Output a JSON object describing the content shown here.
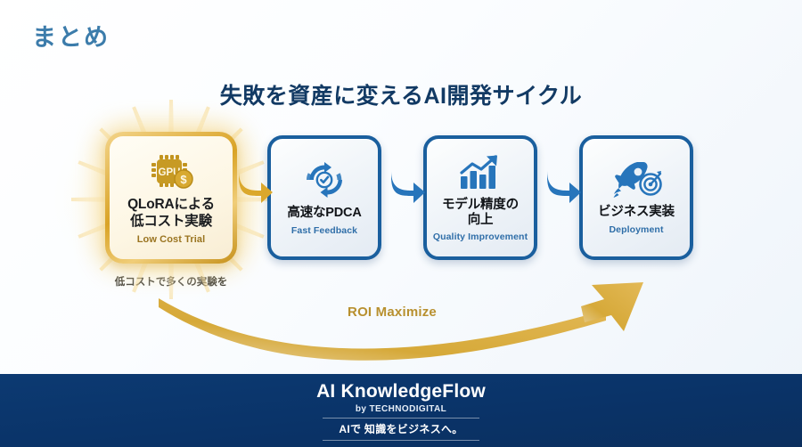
{
  "slide": {
    "section_label": "まとめ",
    "heading": "失敗を資産に変えるAI開発サイクル",
    "accent_gold": "#d9a326",
    "accent_blue": "#1a5f9e",
    "heading_color": "#123a64",
    "label_color": "#3c7cab"
  },
  "flow": {
    "cards": [
      {
        "icon": "gpu-chip-dollar-icon",
        "title_line1": "QLoRAによる",
        "title_line2": "低コスト実験",
        "subtitle": "Low Cost Trial",
        "caption": "低コストで多くの実験を",
        "style": "gold"
      },
      {
        "icon": "pdca-cycle-check-icon",
        "title_line1": "高速なPDCA",
        "title_line2": "",
        "subtitle": "Fast Feedback",
        "style": "blue"
      },
      {
        "icon": "bar-chart-growth-icon",
        "title_line1": "モデル精度の",
        "title_line2": "向上",
        "subtitle": "Quality Improvement",
        "style": "blue"
      },
      {
        "icon": "rocket-target-icon",
        "title_line1": "ビジネス実装",
        "title_line2": "",
        "subtitle": "Deployment",
        "style": "blue"
      }
    ],
    "arrows": [
      {
        "name": "arrow-gold",
        "color": "#d9a326"
      },
      {
        "name": "arrow-blue-1",
        "color": "#2775bb"
      },
      {
        "name": "arrow-blue-2",
        "color": "#2775bb"
      }
    ]
  },
  "roi": {
    "label": "ROI Maximize",
    "color": "#c99a33"
  },
  "footer": {
    "brand": "AI KnowledgeFlow",
    "by": "by TECHNODIGITAL",
    "tagline": "AIで 知識をビジネスへ。",
    "background": "#0b3568"
  }
}
